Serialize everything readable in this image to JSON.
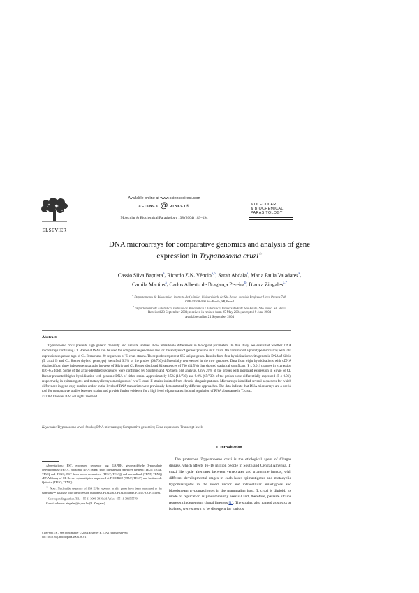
{
  "header": {
    "publisher": "ELSEVIER",
    "available_online": "Available online at www.sciencedirect.com",
    "sciencedirect_left": "SCIENCE",
    "sciencedirect_at": "@",
    "sciencedirect_right": "DIRECT®",
    "journal_ref": "Molecular & Biochemical Parasitology 138 (2004) 183–194",
    "journal_logo_lines": [
      "MOLECULAR",
      "& BIOCHEMICAL",
      "PARASITOLOGY"
    ]
  },
  "article": {
    "title_line1": "DNA microarrays for comparative genomics and analysis of gene",
    "title_line2_pre": "expression in ",
    "title_line2_italic": "Trypanosoma cruzi",
    "title_mark": "☆",
    "authors": [
      {
        "name": "Cassio Silva Baptista",
        "aff": "a"
      },
      {
        "name": "Ricardo Z.N. Vêncio",
        "aff": "a,b"
      },
      {
        "name": "Sarah Abdala",
        "aff": "a"
      },
      {
        "name": "Maria Paula Valadares",
        "aff": "a"
      },
      {
        "name": "Camila Martins",
        "aff": "a"
      },
      {
        "name": "Carlos Alberto de Bragança Pereira",
        "aff": "b"
      },
      {
        "name": "Bianca Zingales",
        "aff": "a,*"
      }
    ],
    "affiliations": {
      "a_mark": "a",
      "a_line1": "Departamento de Bioquímica, Instituto de Química, Universidade de São Paulo, Avenida Professor Lineu Prestes 748,",
      "a_line2": "CEP 05508-000 São Paulo, SP, Brazil",
      "b_mark": "b",
      "b_line": "Departamento de Estatística, Instituto de Matemática e Estatística, Universidade de São Paulo, São Paulo, SP, Brazil"
    },
    "dates_line1": "Received 23 September 2003; received in revised form 25 May 2004; accepted 9 June 2004",
    "dates_line2": "Available online 21 September 2004"
  },
  "abstract": {
    "heading": "Abstract",
    "text_start_italic": "Trypanosoma cruzi",
    "text": " presents high genetic diversity and parasite isolates show remarkable differences in biological parameters. In this study, we evaluated whether DNA microarrays containing CL Brener cDNAs can be used for comparative genomics and for the analysis of gene expression in T. cruzi. We constructed a prototype microarray with 710 expression sequence tags of CL Brener and 20 sequences of T. cruzi strains. These probes represent 665 unique genes. Results from four hybridisations with genomic DNA of Silvio (T. cruzi I) and CL Brener (hybrid genotype) identified 9.3% of the probes (68/730) differentially represented in the two genomes. Data from eight hybridisations with cDNA obtained from three independent parasite harvests of Silvio and CL Brener disclosed 84 sequences of 730 (11.5%) that showed statistical significant (P ≤ 0.01) changes in expression (1.6–6.5 fold). Some of the array-identified sequences were confirmed by Southern and Northern blot analysis. Only 20% of the probes with increased expression in Silvio or CL Brener presented higher hybridisation with genomic DNA of either strain. Approximately 2.5% (18/730) and 9.0% (65/730) of the probes were differentially expressed (P ≤ 0.01), respectively, in epimastigotes and metacyclic trypomastigotes of two T. cruzi II strains isolated from chronic chagasic patients. Microarrays identified several sequences for which differences in gene copy number and/or in the levels of RNA transcripts were previously demonstrated by different approaches. The data indicate that DNA microarrays are a useful tool for comparative studies between strains and provide further evidence for a high level of post-transcriptional regulation of RNA abundance in T. cruzi.",
    "copyright": "© 2004 Elsevier B.V. All rights reserved."
  },
  "keywords": {
    "label": "Keywords:",
    "first_italic": "Trypanosoma cruzi",
    "rest": "; Stocks; DNA microarrays; Comparative genomics; Gene expression; Transcript levels"
  },
  "introduction": {
    "heading": "1. Introduction",
    "p_pre": "The protozoon ",
    "p_italic": "Trypanosoma cruzi",
    "p_text": " is the etiological agent of Chagas disease, which affects 16–18 million people in South and Central America. T. cruzi life cycle alternates between vertebrates and triatomine insects, with different developmental stages in each host: epimastigotes and metacyclic trypomastigotes in the insect vector and intracellular amastigotes and bloodstream trypomastigotes in the mammalian host. T. cruzi is diploid, its mode of replication is predominantly asexual and, therefore, parasite strains represent independent clonal lineages ",
    "ref": "[1]",
    "p_tail": ". The strains, also named as stocks or isolates, were shown to be divergent for various"
  },
  "footnotes": {
    "abbrev_label": "Abbreviations:",
    "abbrev_text": " EST, expressed sequence tag; GAPDH, glyceraldehyde 3-phosphate dehydrogenase; rRNA, ribosomal RNA; SIRE, short interspersed repetitive element; TEUF, TENF, TEUQ and TENQ, EST from a non-normalised (TEUF, TEUQ) and normalised (TENF, TENQ) cDNA library of CL Brener epimastigotes sequenced at FIOCRUZ (TEUF, TENF) and Instituto de Química (TEUQ, TENQ)",
    "note_mark": "☆",
    "note_label": "Note:",
    "note_text": " Nucleotide sequence of 134 ESTs reported in this paper have been submitted to the GenBank™ database with the accession numbers CF134346–CF134365 and CF243279–CF243392.",
    "corr_mark": "*",
    "corr_text": " Corresponding author. Tel.: +55 11 3091 3810x217; fax: +55 11 3815 5579.",
    "email_label": "E-mail address:",
    "email_text": " zingales@iq.usp.br (B. Zingales)."
  },
  "issn": {
    "line1": "0166-6851/$ – see front matter © 2004 Elsevier B.V. All rights reserved.",
    "line2": "doi:10.1016/j.molbiopara.2004.06.017"
  },
  "colors": {
    "link": "#1a3fa0",
    "text": "#111111",
    "rule": "#777777"
  }
}
